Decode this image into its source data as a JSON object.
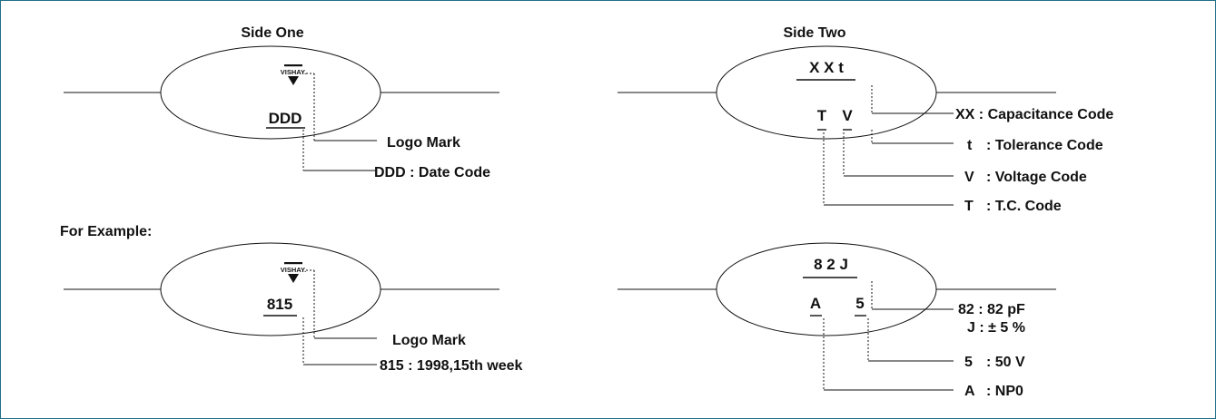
{
  "side_one": {
    "title": "Side One",
    "date_code": "DDD",
    "logo_text": "VISHAY.",
    "callouts": {
      "logo": "Logo Mark",
      "date": "DDD : Date Code"
    }
  },
  "side_two": {
    "title": "Side Two",
    "capacitance_row": "X X t",
    "tc_letter": "T",
    "voltage_letter": "V",
    "callouts": {
      "capacitance": "XX : Capacitance Code",
      "tolerance_key": "t",
      "tolerance": ": Tolerance Code",
      "voltage_key": "V",
      "voltage": ": Voltage Code",
      "tc_key": "T",
      "tc": ": T.C. Code"
    }
  },
  "example_heading": "For Example:",
  "example_one": {
    "date_code": "815",
    "logo_text": "VISHAY.",
    "callouts": {
      "logo": "Logo Mark",
      "date": "815 : 1998,15th week"
    }
  },
  "example_two": {
    "capacitance_row": "8 2 J",
    "tc_letter": "A",
    "voltage_letter": "5",
    "callouts": {
      "capacitance": "82 : 82 pF",
      "tolerance": "J  : ± 5 %",
      "voltage_key": "5",
      "voltage": ": 50 V",
      "tc_key": "A",
      "tc": ": NP0"
    }
  }
}
